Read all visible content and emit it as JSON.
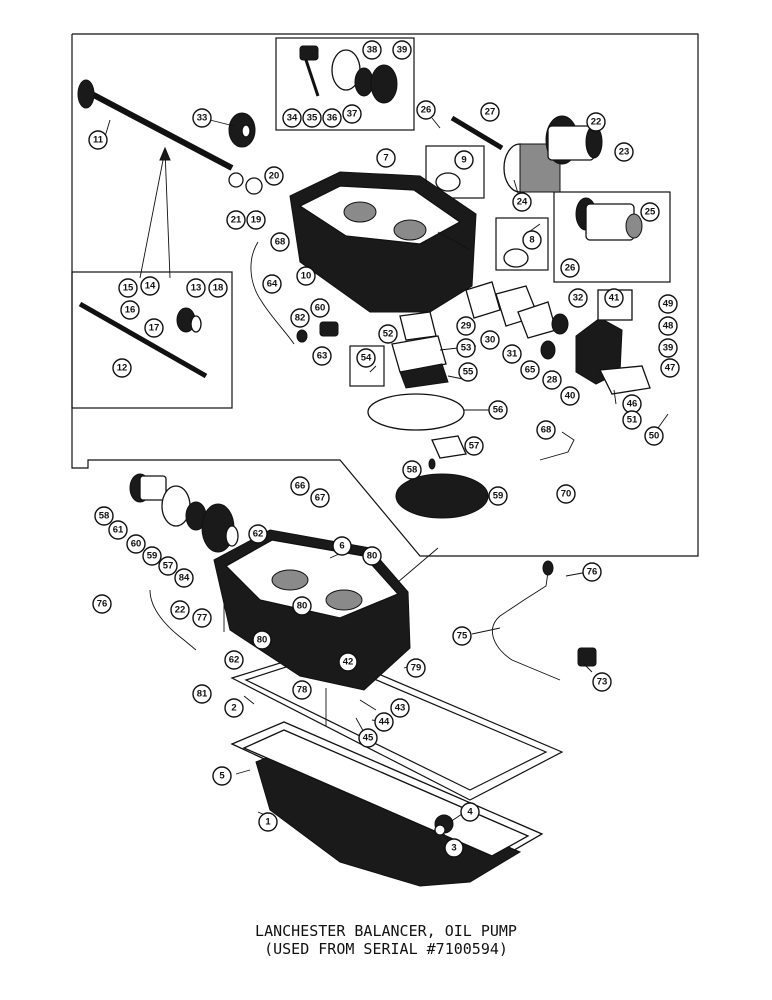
{
  "caption": {
    "line1": "LANCHESTER BALANCER, OIL PUMP",
    "line2": "(USED FROM SERIAL #7100594)"
  },
  "callouts": [
    {
      "id": "c11",
      "label": "11"
    },
    {
      "id": "c33",
      "label": "33"
    },
    {
      "id": "c34",
      "label": "34"
    },
    {
      "id": "c35",
      "label": "35"
    },
    {
      "id": "c36",
      "label": "36"
    },
    {
      "id": "c37",
      "label": "37"
    },
    {
      "id": "c38",
      "label": "38"
    },
    {
      "id": "c39a",
      "label": "39"
    },
    {
      "id": "c26a",
      "label": "26"
    },
    {
      "id": "c27",
      "label": "27"
    },
    {
      "id": "c22",
      "label": "22"
    },
    {
      "id": "c23",
      "label": "23"
    },
    {
      "id": "c7",
      "label": "7"
    },
    {
      "id": "c9",
      "label": "9"
    },
    {
      "id": "c20",
      "label": "20"
    },
    {
      "id": "c21",
      "label": "21"
    },
    {
      "id": "c19",
      "label": "19"
    },
    {
      "id": "c24",
      "label": "24"
    },
    {
      "id": "c25",
      "label": "25"
    },
    {
      "id": "c26b",
      "label": "26"
    },
    {
      "id": "c8",
      "label": "8"
    },
    {
      "id": "c68a",
      "label": "68"
    },
    {
      "id": "c10",
      "label": "10"
    },
    {
      "id": "c64",
      "label": "64"
    },
    {
      "id": "c15",
      "label": "15"
    },
    {
      "id": "c14",
      "label": "14"
    },
    {
      "id": "c13",
      "label": "13"
    },
    {
      "id": "c18",
      "label": "18"
    },
    {
      "id": "c16",
      "label": "16"
    },
    {
      "id": "c17",
      "label": "17"
    },
    {
      "id": "c12",
      "label": "12"
    },
    {
      "id": "c82",
      "label": "82"
    },
    {
      "id": "c60a",
      "label": "60"
    },
    {
      "id": "c63",
      "label": "63"
    },
    {
      "id": "c52",
      "label": "52"
    },
    {
      "id": "c29",
      "label": "29"
    },
    {
      "id": "c30",
      "label": "30"
    },
    {
      "id": "c32",
      "label": "32"
    },
    {
      "id": "c41",
      "label": "41"
    },
    {
      "id": "c49",
      "label": "49"
    },
    {
      "id": "c48",
      "label": "48"
    },
    {
      "id": "c31",
      "label": "31"
    },
    {
      "id": "c53",
      "label": "53"
    },
    {
      "id": "c54",
      "label": "54"
    },
    {
      "id": "c55",
      "label": "55"
    },
    {
      "id": "c65",
      "label": "65"
    },
    {
      "id": "c28",
      "label": "28"
    },
    {
      "id": "c40",
      "label": "40"
    },
    {
      "id": "c39b",
      "label": "39"
    },
    {
      "id": "c47",
      "label": "47"
    },
    {
      "id": "c46",
      "label": "46"
    },
    {
      "id": "c51",
      "label": "51"
    },
    {
      "id": "c50",
      "label": "50"
    },
    {
      "id": "c56",
      "label": "56"
    },
    {
      "id": "c68b",
      "label": "68"
    },
    {
      "id": "c57",
      "label": "57"
    },
    {
      "id": "c58a",
      "label": "58"
    },
    {
      "id": "c70",
      "label": "70"
    },
    {
      "id": "c59a",
      "label": "59"
    },
    {
      "id": "c66",
      "label": "66"
    },
    {
      "id": "c67",
      "label": "67"
    },
    {
      "id": "c58b",
      "label": "58"
    },
    {
      "id": "c61",
      "label": "61"
    },
    {
      "id": "c60b",
      "label": "60"
    },
    {
      "id": "c59b",
      "label": "59"
    },
    {
      "id": "c62a",
      "label": "62"
    },
    {
      "id": "c6",
      "label": "6"
    },
    {
      "id": "c80a",
      "label": "80"
    },
    {
      "id": "c57b",
      "label": "57"
    },
    {
      "id": "c84",
      "label": "84"
    },
    {
      "id": "c76a",
      "label": "76"
    },
    {
      "id": "c22b",
      "label": "22"
    },
    {
      "id": "c77",
      "label": "77"
    },
    {
      "id": "c80b",
      "label": "80"
    },
    {
      "id": "c80c",
      "label": "80"
    },
    {
      "id": "c76b",
      "label": "76"
    },
    {
      "id": "c75",
      "label": "75"
    },
    {
      "id": "c62b",
      "label": "62"
    },
    {
      "id": "c42",
      "label": "42"
    },
    {
      "id": "c79",
      "label": "79"
    },
    {
      "id": "c73",
      "label": "73"
    },
    {
      "id": "c81",
      "label": "81"
    },
    {
      "id": "c78",
      "label": "78"
    },
    {
      "id": "c43",
      "label": "43"
    },
    {
      "id": "c2",
      "label": "2"
    },
    {
      "id": "c44",
      "label": "44"
    },
    {
      "id": "c45",
      "label": "45"
    },
    {
      "id": "c5",
      "label": "5"
    },
    {
      "id": "c4",
      "label": "4"
    },
    {
      "id": "c1",
      "label": "1"
    },
    {
      "id": "c3",
      "label": "3"
    }
  ]
}
